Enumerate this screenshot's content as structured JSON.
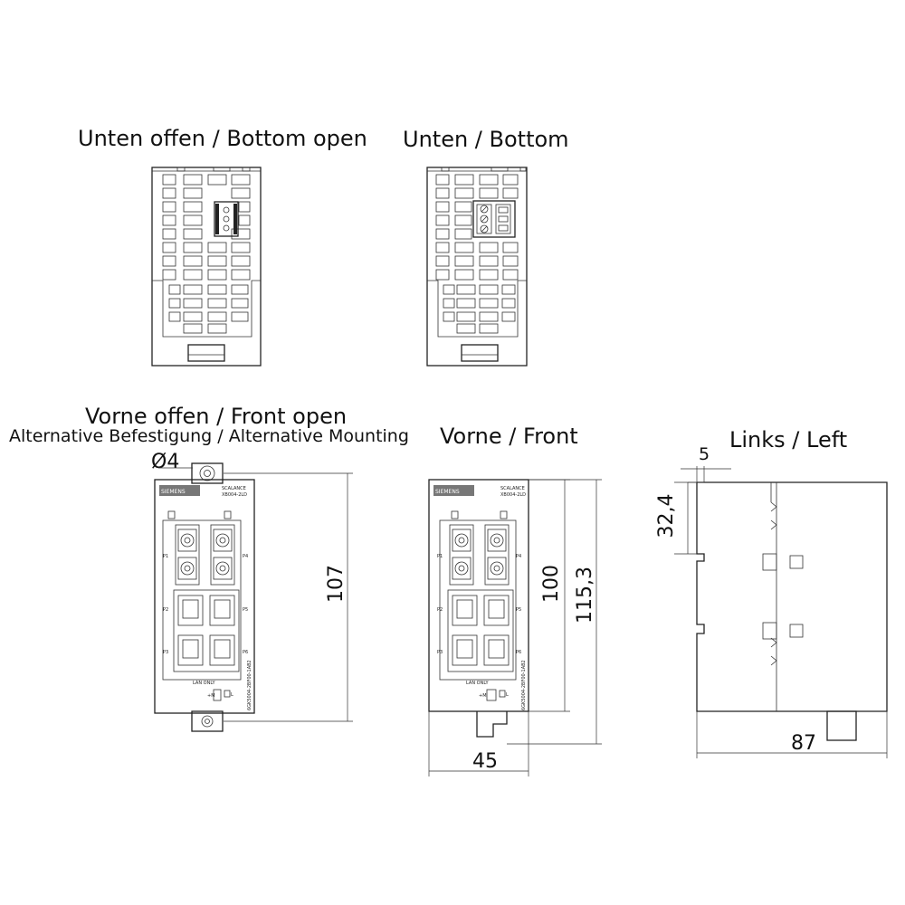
{
  "views": {
    "bottom_open": {
      "title": "Unten offen / Bottom open"
    },
    "bottom": {
      "title": "Unten / Bottom"
    },
    "front_open": {
      "title": "Vorne offen / Front open",
      "subtitle": "Alternative Befestigung / Alternative Mounting",
      "hole_dim": "Ø4",
      "height_dim": "107"
    },
    "front": {
      "title": "Vorne  / Front",
      "height_dim": "100",
      "total_height_dim": "115,3",
      "width_dim": "45"
    },
    "left": {
      "title": "Links / Left",
      "offset_dim": "5",
      "rail_dim": "32,4",
      "depth_dim": "87"
    }
  },
  "device": {
    "brand": "SIEMENS",
    "product": "SCALANCE",
    "model": "XB004-2LD",
    "ports_left": [
      "P1",
      "P2",
      "P3"
    ],
    "ports_right": [
      "P4",
      "P5",
      "P6"
    ],
    "lan_label": "LAN ONLY",
    "order_number": "6GK5004-2BF00-1AB2",
    "led_label": "L",
    "supply_label": "+M L\n0 3"
  }
}
